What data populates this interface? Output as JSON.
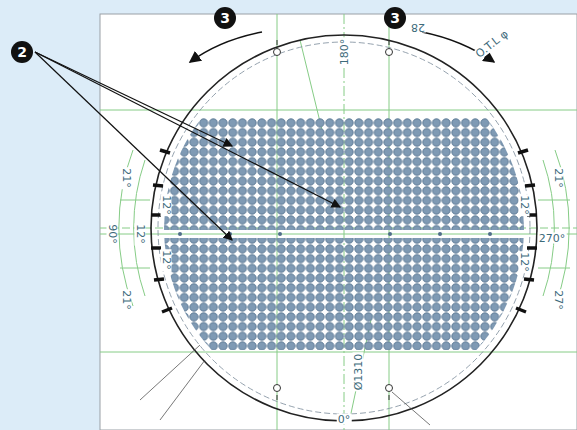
{
  "diagram": {
    "labels": [
      "2",
      "3",
      "3",
      "180°",
      "28",
      "O.T.L φ",
      "21°",
      "12°",
      "12°",
      "90°",
      "12°",
      "21°",
      "21°",
      "12°",
      "270°",
      "12°",
      "27°",
      "Ø1310",
      "0°"
    ]
  }
}
